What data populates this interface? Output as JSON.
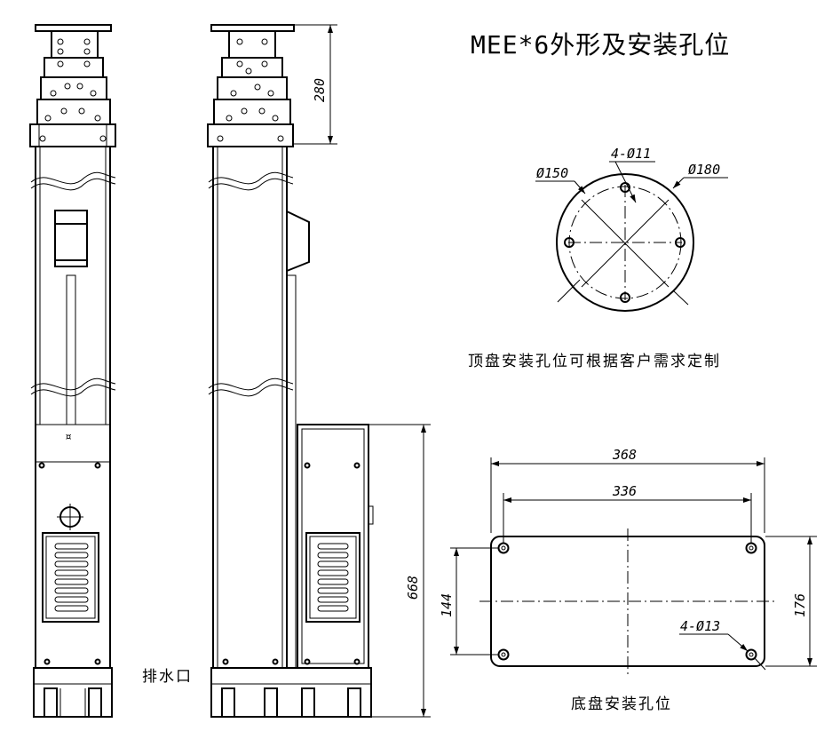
{
  "title": "MEE*6外形及安装孔位",
  "top_plate": {
    "hole_label": "4-Ø11",
    "inner_diameter": "Ø150",
    "outer_diameter": "Ø180",
    "note": "顶盘安装孔位可根据客户需求定制"
  },
  "base_plate": {
    "width_outer": "368",
    "width_inner": "336",
    "height_inner": "144",
    "height_outer": "176",
    "hole_label": "4-Ø13",
    "caption": "底盘安装孔位"
  },
  "side_view": {
    "top_height": "280",
    "base_height": "668",
    "drain_label": "排水口"
  }
}
